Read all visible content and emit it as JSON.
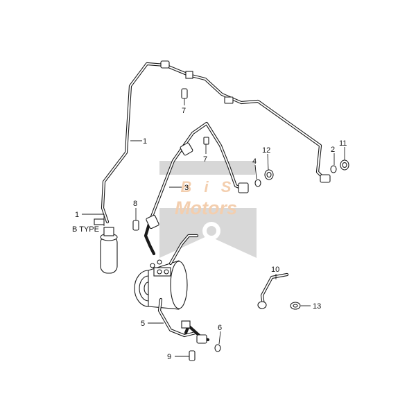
{
  "diagram": {
    "variant_label": "B TYPE",
    "callouts": [
      {
        "id": "c1a",
        "text": "1"
      },
      {
        "id": "c1b",
        "text": "1"
      },
      {
        "id": "c2",
        "text": "2"
      },
      {
        "id": "c3",
        "text": "3"
      },
      {
        "id": "c4",
        "text": "4"
      },
      {
        "id": "c5",
        "text": "5"
      },
      {
        "id": "c6",
        "text": "6"
      },
      {
        "id": "c7a",
        "text": "7"
      },
      {
        "id": "c7b",
        "text": "7"
      },
      {
        "id": "c8",
        "text": "8"
      },
      {
        "id": "c9",
        "text": "9"
      },
      {
        "id": "c10",
        "text": "10"
      },
      {
        "id": "c11",
        "text": "11"
      },
      {
        "id": "c12",
        "text": "12"
      },
      {
        "id": "c13",
        "text": "13"
      }
    ]
  },
  "watermark": {
    "line1": "B i S",
    "line2": "Motors",
    "colors": {
      "bar": "#cfcfcf",
      "text": "#f2c9a8",
      "shape": "#d4d4d4"
    }
  }
}
